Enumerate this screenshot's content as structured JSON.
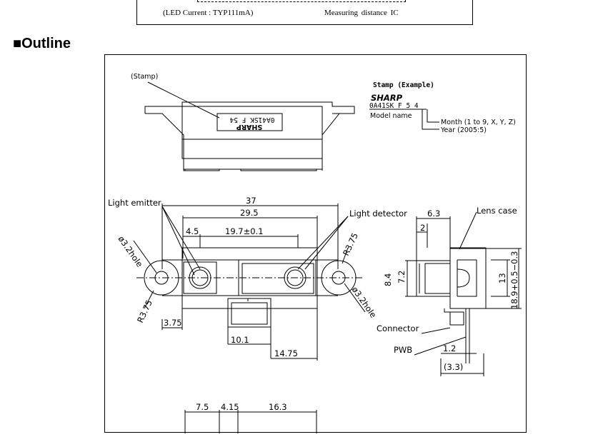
{
  "top_box": {
    "led_current": "(LED Current : TYP111mA)",
    "measuring_ic": "Measuring distance IC"
  },
  "section": {
    "heading": "■Outline"
  },
  "drawing": {
    "stamp_label": "(Stamp)",
    "stamp_example_title": "Stamp (Example)",
    "stamp_brand": "SHARP",
    "stamp_model": "0A41SK F 5 4",
    "model_name_label": "Model name",
    "month_label": "Month (1 to 9, X, Y, Z)",
    "year_label": "Year (2005:5)",
    "stamp_mirrored_model": "0A41SK F 54",
    "stamp_mirrored_brand": "SHARP",
    "light_emitter": "Light emitter",
    "light_detector": "Light detector",
    "lens_case": "Lens case",
    "connector": "Connector",
    "pwb": "PWB",
    "hole_left": "ø3.2hole",
    "hole_right": "ø3.2hole",
    "r_left": "R3.75",
    "r_right": "R3.75",
    "dims": {
      "d37": "37",
      "d29_5": "29.5",
      "d4_5": "4.5",
      "d19_7": "19.7±0.1",
      "d3_75": "3.75",
      "d10_1": "10.1",
      "d14_75": "14.75",
      "d6_3": "6.3",
      "d2": "2",
      "d8_4": "8.4",
      "d7_2": "7.2",
      "d13": "13",
      "d18_9": "18.9+0.5−0.3",
      "d1_2": "1.2",
      "d3_3": "(3.3)",
      "d7_5": "7.5",
      "d4_15": "4.15",
      "d16_3": "16.3"
    }
  }
}
